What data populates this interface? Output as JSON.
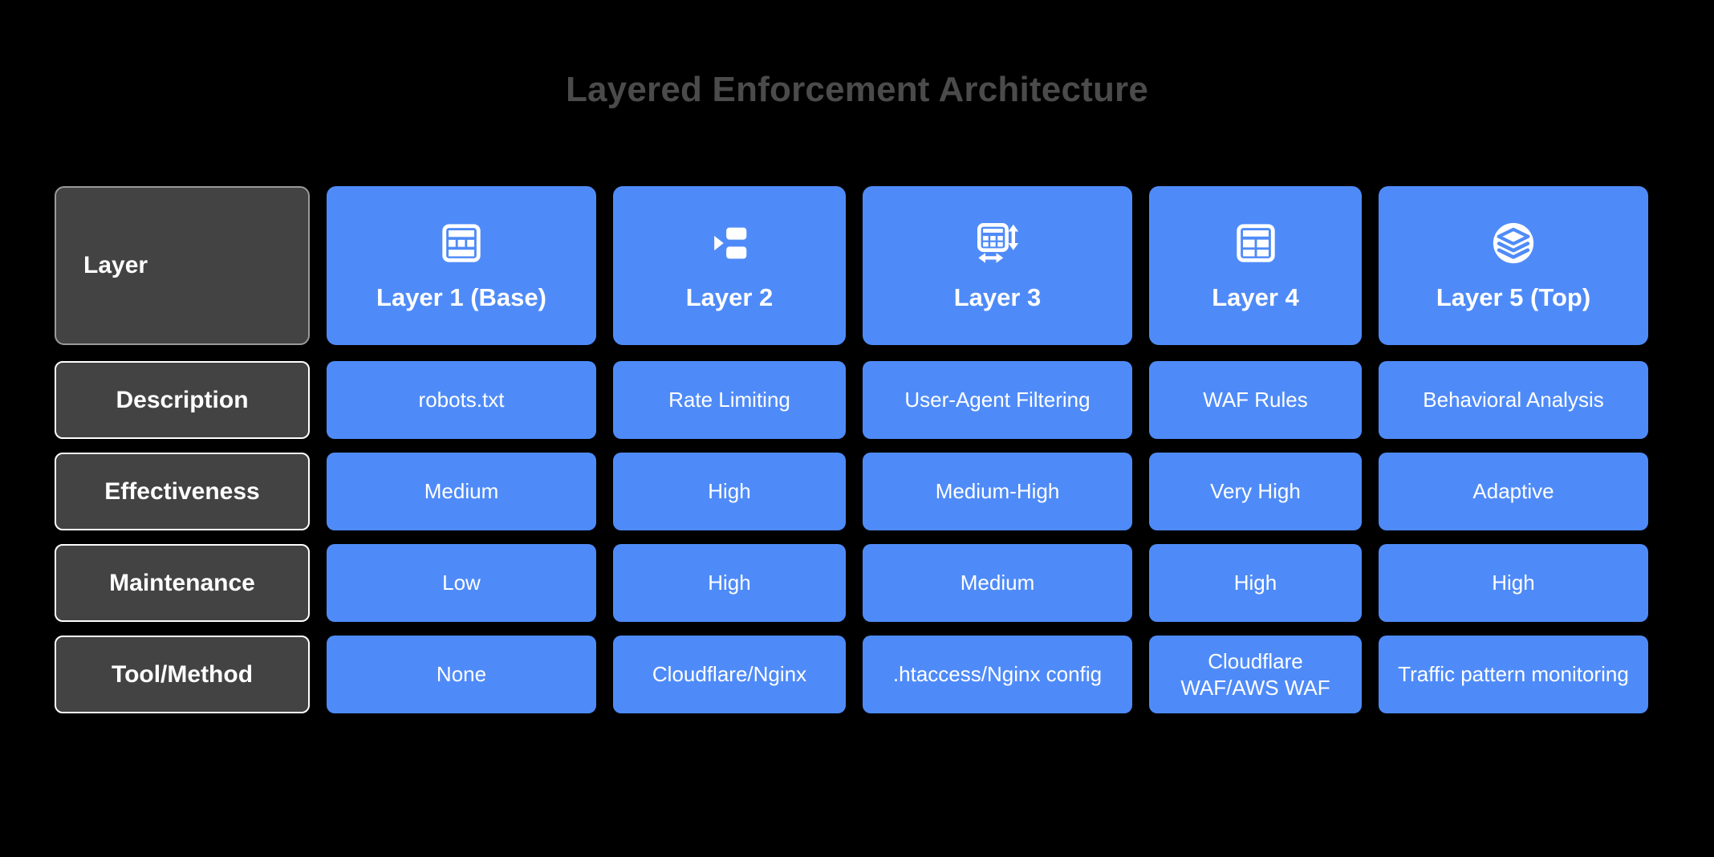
{
  "page": {
    "title": "Layered Enforcement Architecture",
    "background_color": "#000000",
    "title_color": "#4b4b4b",
    "accent_color": "#4f8bf8",
    "label_color": "#434343"
  },
  "table": {
    "row_header_column_label": "Layer",
    "columns": [
      {
        "key": "layer1",
        "label": "Layer 1 (Base)",
        "icon": "table-layout-icon"
      },
      {
        "key": "layer2",
        "label": "Layer 2",
        "icon": "flow-branch-icon"
      },
      {
        "key": "layer3",
        "label": "Layer 3",
        "icon": "grid-resize-icon"
      },
      {
        "key": "layer4",
        "label": "Layer 4",
        "icon": "table-grid-icon"
      },
      {
        "key": "layer5",
        "label": "Layer 5 (Top)",
        "icon": "layers-stack-icon"
      }
    ],
    "rows": [
      {
        "label": "Description",
        "values": [
          "robots.txt",
          "Rate Limiting",
          "User-Agent Filtering",
          "WAF Rules",
          "Behavioral Analysis"
        ]
      },
      {
        "label": "Effectiveness",
        "values": [
          "Medium",
          "High",
          "Medium-High",
          "Very High",
          "Adaptive"
        ]
      },
      {
        "label": "Maintenance",
        "values": [
          "Low",
          "High",
          "Medium",
          "High",
          "High"
        ]
      },
      {
        "label": "Tool/Method",
        "values": [
          "None",
          "Cloudflare/Nginx",
          ".htaccess/Nginx config",
          "Cloudflare WAF/AWS WAF",
          "Traffic pattern monitoring"
        ]
      }
    ]
  }
}
